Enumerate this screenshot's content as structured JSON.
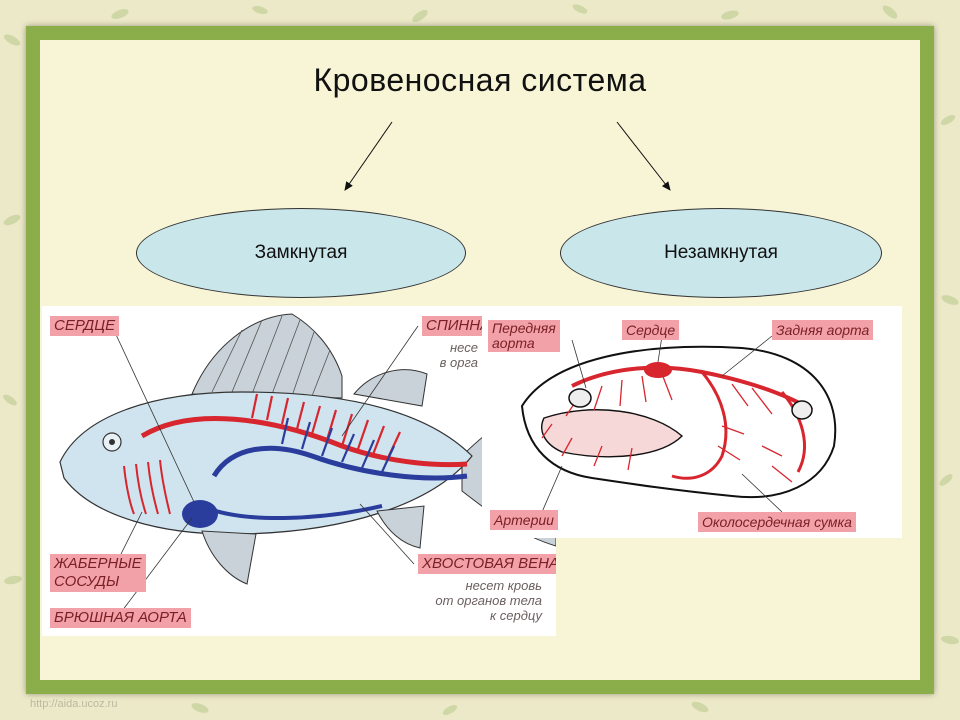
{
  "slide": {
    "title": "Кровеносная система",
    "closed_label": "Замкнутая",
    "open_label": "Незамкнутая",
    "watermark": "http://aida.ucoz.ru"
  },
  "fish_diagram": {
    "heart_label": "СЕРДЦЕ",
    "dorsal_label": "СПИННА",
    "dorsal_note": [
      "несе",
      "в орга"
    ],
    "gill_label": [
      "ЖАБЕРНЫЕ",
      "СОСУДЫ"
    ],
    "ventral_label": "БРЮШНАЯ АОРТА",
    "caudal_label": "ХВОСТОВАЯ ВЕНА",
    "caudal_note": [
      "несет кровь",
      "от органов тела",
      "к сердцу"
    ],
    "colors": {
      "artery": "#d7262e",
      "vein": "#2a3c9c",
      "body": "#cfe4ef"
    }
  },
  "clam_diagram": {
    "anterior_aorta_label": [
      "Передняя",
      "аорта"
    ],
    "heart_label": "Сердце",
    "posterior_aorta_label": "Задняя аорта",
    "arteries_label": "Артерии",
    "pericardium_label": "Околосердечная сумка",
    "colors": {
      "vessel": "#d7262e"
    }
  }
}
